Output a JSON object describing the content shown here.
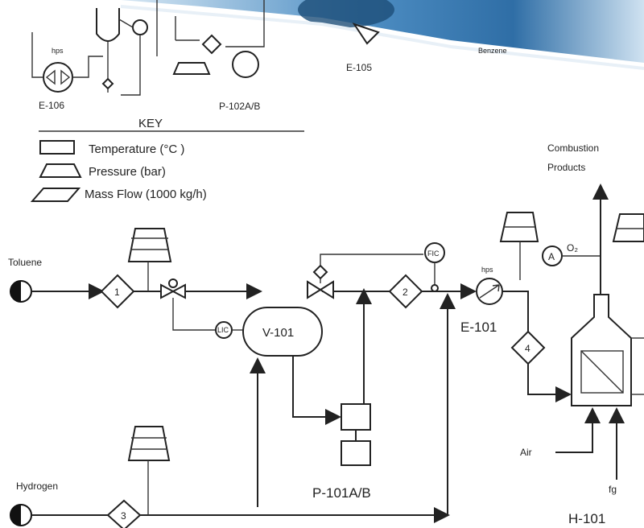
{
  "top_units": {
    "e106": "E-106",
    "p102": "P-102A/B",
    "e105": "E-105",
    "benzene": "Benzene"
  },
  "key": {
    "title": "KEY",
    "temperature": "Temperature (°C )",
    "pressure": "Pressure (bar)",
    "mass_flow": "Mass Flow (1000 kg/h)"
  },
  "streams": {
    "toluene": "Toluene",
    "hydrogen": "Hydrogen",
    "combustion_products": [
      "Combustion",
      "Products"
    ],
    "air": "Air",
    "fuel_gas": "fg"
  },
  "stream_numbers": {
    "s1": "1",
    "s2": "2",
    "s3": "3",
    "s4": "4"
  },
  "equipment": {
    "v101": "V-101",
    "p101": "P-101A/B",
    "e101": "E-101",
    "h101": "H-101"
  },
  "instruments": {
    "lic": "LIC",
    "fic": "FIC",
    "analyzer": "A",
    "o2": "O₂",
    "hps": "hps"
  },
  "colors": {
    "background": "#ffffff",
    "line": "#222222",
    "photo_band": "#7fb2d8"
  }
}
